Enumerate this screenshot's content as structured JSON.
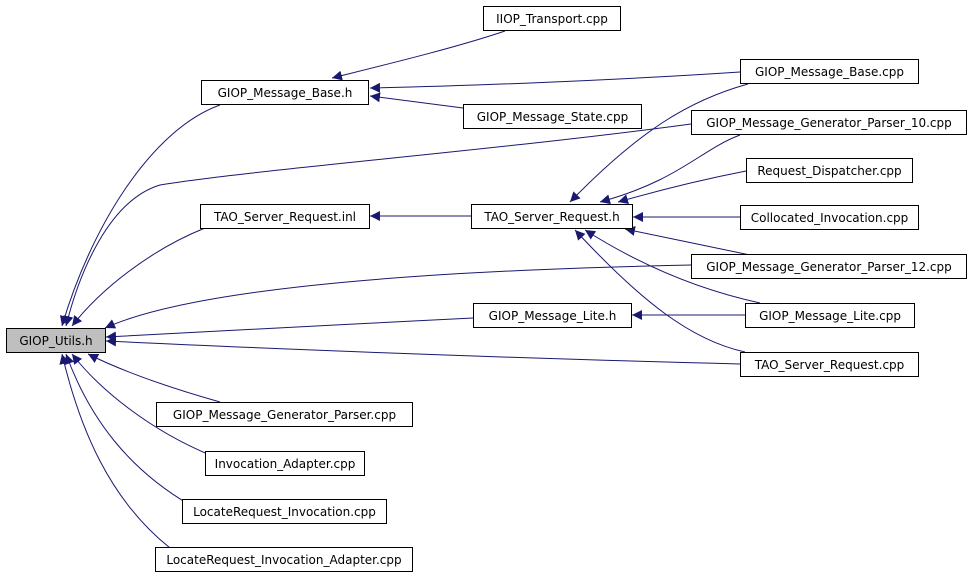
{
  "diagram": {
    "nodes": [
      {
        "id": "giop_utils_h",
        "label": "GIOP_Utils.h",
        "root": true
      },
      {
        "id": "giop_message_base_h",
        "label": "GIOP_Message_Base.h"
      },
      {
        "id": "iiop_transport_cpp",
        "label": "IIOP_Transport.cpp"
      },
      {
        "id": "giop_message_base_cpp",
        "label": "GIOP_Message_Base.cpp"
      },
      {
        "id": "giop_message_state_cpp",
        "label": "GIOP_Message_State.cpp"
      },
      {
        "id": "giop_message_generator_parser_10_cpp",
        "label": "GIOP_Message_Generator_Parser_10.cpp"
      },
      {
        "id": "tao_server_request_inl",
        "label": "TAO_Server_Request.inl"
      },
      {
        "id": "tao_server_request_h",
        "label": "TAO_Server_Request.h"
      },
      {
        "id": "request_dispatcher_cpp",
        "label": "Request_Dispatcher.cpp"
      },
      {
        "id": "collocated_invocation_cpp",
        "label": "Collocated_Invocation.cpp"
      },
      {
        "id": "giop_message_generator_parser_12_cpp",
        "label": "GIOP_Message_Generator_Parser_12.cpp"
      },
      {
        "id": "giop_message_lite_h",
        "label": "GIOP_Message_Lite.h"
      },
      {
        "id": "giop_message_lite_cpp",
        "label": "GIOP_Message_Lite.cpp"
      },
      {
        "id": "tao_server_request_cpp",
        "label": "TAO_Server_Request.cpp"
      },
      {
        "id": "giop_message_generator_parser_cpp",
        "label": "GIOP_Message_Generator_Parser.cpp"
      },
      {
        "id": "invocation_adapter_cpp",
        "label": "Invocation_Adapter.cpp"
      },
      {
        "id": "locaterequest_invocation_cpp",
        "label": "LocateRequest_Invocation.cpp"
      },
      {
        "id": "locaterequest_invocation_adapter_cpp",
        "label": "LocateRequest_Invocation_Adapter.cpp"
      }
    ],
    "edges": [
      {
        "from": "iiop_transport_cpp",
        "to": "giop_message_base_h"
      },
      {
        "from": "giop_message_base_cpp",
        "to": "giop_message_base_h"
      },
      {
        "from": "giop_message_state_cpp",
        "to": "giop_message_base_h"
      },
      {
        "from": "giop_message_base_h",
        "to": "giop_utils_h"
      },
      {
        "from": "giop_message_generator_parser_10_cpp",
        "to": "giop_utils_h"
      },
      {
        "from": "tao_server_request_inl",
        "to": "giop_utils_h"
      },
      {
        "from": "tao_server_request_h",
        "to": "tao_server_request_inl"
      },
      {
        "from": "giop_message_base_cpp",
        "to": "tao_server_request_h"
      },
      {
        "from": "giop_message_generator_parser_10_cpp",
        "to": "tao_server_request_h"
      },
      {
        "from": "request_dispatcher_cpp",
        "to": "tao_server_request_h"
      },
      {
        "from": "collocated_invocation_cpp",
        "to": "tao_server_request_h"
      },
      {
        "from": "giop_message_generator_parser_12_cpp",
        "to": "tao_server_request_h"
      },
      {
        "from": "giop_message_lite_cpp",
        "to": "tao_server_request_h"
      },
      {
        "from": "tao_server_request_cpp",
        "to": "tao_server_request_h"
      },
      {
        "from": "giop_message_generator_parser_12_cpp",
        "to": "giop_utils_h"
      },
      {
        "from": "giop_message_lite_h",
        "to": "giop_utils_h"
      },
      {
        "from": "giop_message_lite_cpp",
        "to": "giop_message_lite_h"
      },
      {
        "from": "tao_server_request_cpp",
        "to": "giop_utils_h"
      },
      {
        "from": "giop_message_generator_parser_cpp",
        "to": "giop_utils_h"
      },
      {
        "from": "invocation_adapter_cpp",
        "to": "giop_utils_h"
      },
      {
        "from": "locaterequest_invocation_cpp",
        "to": "giop_utils_h"
      },
      {
        "from": "locaterequest_invocation_adapter_cpp",
        "to": "giop_utils_h"
      }
    ],
    "colors": {
      "edge": "#191970",
      "node_fill": "#ffffff",
      "root_fill": "#bfbfbf",
      "node_border": "#000000"
    }
  }
}
